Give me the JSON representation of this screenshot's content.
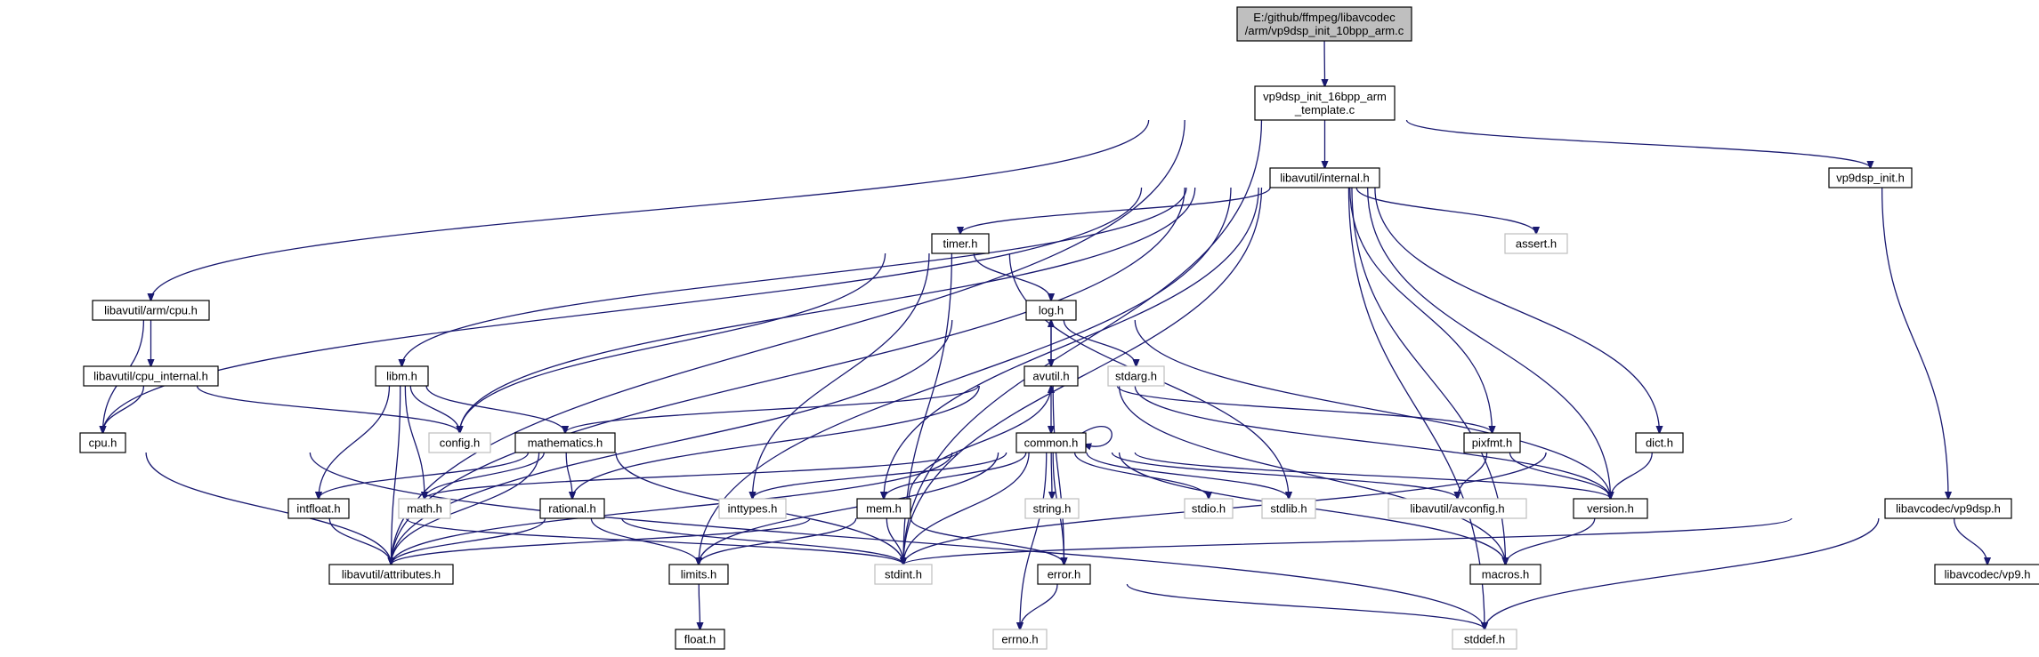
{
  "nodes": {
    "root": {
      "lines": [
        "E:/github/ffmpeg/libavcodec",
        "/arm/vp9dsp_init_10bpp_arm.c"
      ],
      "kind": "root"
    },
    "tmpl": {
      "lines": [
        "vp9dsp_init_16bpp_arm",
        "_template.c"
      ],
      "kind": "file"
    },
    "internal": {
      "lines": [
        "libavutil/internal.h"
      ],
      "kind": "file"
    },
    "vp9init": {
      "lines": [
        "vp9dsp_init.h"
      ],
      "kind": "file"
    },
    "timer": {
      "lines": [
        "timer.h"
      ],
      "kind": "file"
    },
    "assert": {
      "lines": [
        "assert.h"
      ],
      "kind": "ext"
    },
    "armcpu": {
      "lines": [
        "libavutil/arm/cpu.h"
      ],
      "kind": "file"
    },
    "log": {
      "lines": [
        "log.h"
      ],
      "kind": "file"
    },
    "cpuinternal": {
      "lines": [
        "libavutil/cpu_internal.h"
      ],
      "kind": "file"
    },
    "libm": {
      "lines": [
        "libm.h"
      ],
      "kind": "file"
    },
    "avutil": {
      "lines": [
        "avutil.h"
      ],
      "kind": "file"
    },
    "stdarg": {
      "lines": [
        "stdarg.h"
      ],
      "kind": "ext"
    },
    "cpu": {
      "lines": [
        "cpu.h"
      ],
      "kind": "file"
    },
    "config": {
      "lines": [
        "config.h"
      ],
      "kind": "ext"
    },
    "mathematics": {
      "lines": [
        "mathematics.h"
      ],
      "kind": "file"
    },
    "common": {
      "lines": [
        "common.h"
      ],
      "kind": "file"
    },
    "pixfmt": {
      "lines": [
        "pixfmt.h"
      ],
      "kind": "file"
    },
    "dict": {
      "lines": [
        "dict.h"
      ],
      "kind": "file"
    },
    "intfloat": {
      "lines": [
        "intfloat.h"
      ],
      "kind": "file"
    },
    "math": {
      "lines": [
        "math.h"
      ],
      "kind": "ext"
    },
    "rational": {
      "lines": [
        "rational.h"
      ],
      "kind": "file"
    },
    "inttypes": {
      "lines": [
        "inttypes.h"
      ],
      "kind": "ext"
    },
    "mem": {
      "lines": [
        "mem.h"
      ],
      "kind": "file"
    },
    "string": {
      "lines": [
        "string.h"
      ],
      "kind": "ext"
    },
    "stdio": {
      "lines": [
        "stdio.h"
      ],
      "kind": "ext"
    },
    "stdlib": {
      "lines": [
        "stdlib.h"
      ],
      "kind": "ext"
    },
    "avconfig": {
      "lines": [
        "libavutil/avconfig.h"
      ],
      "kind": "ext"
    },
    "version": {
      "lines": [
        "version.h"
      ],
      "kind": "file"
    },
    "vp9dsp": {
      "lines": [
        "libavcodec/vp9dsp.h"
      ],
      "kind": "file"
    },
    "attributes": {
      "lines": [
        "libavutil/attributes.h"
      ],
      "kind": "file"
    },
    "limits": {
      "lines": [
        "limits.h"
      ],
      "kind": "file"
    },
    "stdint": {
      "lines": [
        "stdint.h"
      ],
      "kind": "ext"
    },
    "error": {
      "lines": [
        "error.h"
      ],
      "kind": "file"
    },
    "macros": {
      "lines": [
        "macros.h"
      ],
      "kind": "file"
    },
    "vp9": {
      "lines": [
        "libavcodec/vp9.h"
      ],
      "kind": "file"
    },
    "float": {
      "lines": [
        "float.h"
      ],
      "kind": "file"
    },
    "errno": {
      "lines": [
        "errno.h"
      ],
      "kind": "ext"
    },
    "stddef": {
      "lines": [
        "stddef.h"
      ],
      "kind": "ext"
    }
  },
  "edges": [
    [
      "root",
      "tmpl"
    ],
    [
      "tmpl",
      "internal"
    ],
    [
      "tmpl",
      "vp9init"
    ],
    [
      "tmpl",
      "armcpu"
    ],
    [
      "tmpl",
      "attributes"
    ],
    [
      "tmpl",
      "stdint"
    ],
    [
      "internal",
      "timer"
    ],
    [
      "internal",
      "assert"
    ],
    [
      "internal",
      "libm"
    ],
    [
      "internal",
      "config"
    ],
    [
      "internal",
      "cpu"
    ],
    [
      "internal",
      "attributes"
    ],
    [
      "internal",
      "mem"
    ],
    [
      "internal",
      "pixfmt"
    ],
    [
      "internal",
      "dict"
    ],
    [
      "internal",
      "version"
    ],
    [
      "internal",
      "stdint"
    ],
    [
      "internal",
      "macros"
    ],
    [
      "internal",
      "stddef"
    ],
    [
      "internal",
      "limits"
    ],
    [
      "vp9init",
      "vp9dsp"
    ],
    [
      "timer",
      "log"
    ],
    [
      "timer",
      "config"
    ],
    [
      "timer",
      "inttypes"
    ],
    [
      "timer",
      "stdlib"
    ],
    [
      "timer",
      "stdint"
    ],
    [
      "armcpu",
      "cpuinternal"
    ],
    [
      "armcpu",
      "cpu"
    ],
    [
      "cpuinternal",
      "cpu"
    ],
    [
      "cpuinternal",
      "config"
    ],
    [
      "log",
      "avutil"
    ],
    [
      "log",
      "stdarg"
    ],
    [
      "log",
      "attributes"
    ],
    [
      "log",
      "version"
    ],
    [
      "avutil",
      "log"
    ],
    [
      "avutil",
      "common"
    ],
    [
      "avutil",
      "mathematics"
    ],
    [
      "avutil",
      "rational"
    ],
    [
      "avutil",
      "pixfmt"
    ],
    [
      "avutil",
      "version"
    ],
    [
      "avutil",
      "macros"
    ],
    [
      "avutil",
      "error"
    ],
    [
      "libm",
      "config"
    ],
    [
      "libm",
      "mathematics"
    ],
    [
      "libm",
      "attributes"
    ],
    [
      "libm",
      "intfloat"
    ],
    [
      "libm",
      "math"
    ],
    [
      "cpu",
      "attributes"
    ],
    [
      "cpu",
      "stddef"
    ],
    [
      "mathematics",
      "intfloat"
    ],
    [
      "mathematics",
      "math"
    ],
    [
      "mathematics",
      "rational"
    ],
    [
      "mathematics",
      "attributes"
    ],
    [
      "mathematics",
      "stdint"
    ],
    [
      "common",
      "common"
    ],
    [
      "common",
      "attributes"
    ],
    [
      "common",
      "inttypes"
    ],
    [
      "common",
      "mem"
    ],
    [
      "common",
      "string"
    ],
    [
      "common",
      "stdio"
    ],
    [
      "common",
      "stdlib"
    ],
    [
      "common",
      "avconfig"
    ],
    [
      "common",
      "version"
    ],
    [
      "common",
      "limits"
    ],
    [
      "common",
      "stdint"
    ],
    [
      "common",
      "math"
    ],
    [
      "common",
      "errno"
    ],
    [
      "common",
      "macros"
    ],
    [
      "common",
      "error"
    ],
    [
      "pixfmt",
      "avconfig"
    ],
    [
      "pixfmt",
      "version"
    ],
    [
      "dict",
      "version"
    ],
    [
      "dict",
      "stdint"
    ],
    [
      "intfloat",
      "attributes"
    ],
    [
      "intfloat",
      "stdint"
    ],
    [
      "rational",
      "limits"
    ],
    [
      "rational",
      "attributes"
    ],
    [
      "rational",
      "stdint"
    ],
    [
      "mem",
      "avutil"
    ],
    [
      "mem",
      "attributes"
    ],
    [
      "mem",
      "limits"
    ],
    [
      "mem",
      "stdint"
    ],
    [
      "mem",
      "error"
    ],
    [
      "version",
      "macros"
    ],
    [
      "vp9dsp",
      "vp9"
    ],
    [
      "vp9dsp",
      "stdint"
    ],
    [
      "vp9dsp",
      "stddef"
    ],
    [
      "limits",
      "float"
    ],
    [
      "error",
      "errno"
    ],
    [
      "error",
      "stddef"
    ]
  ]
}
